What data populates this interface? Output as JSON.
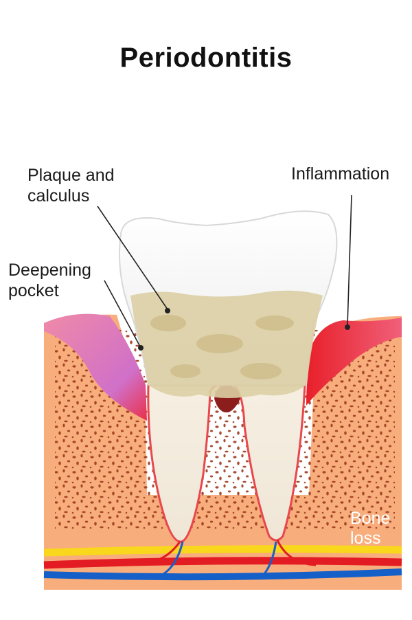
{
  "title": "Periodontitis",
  "labels": {
    "plaque_line1": "Plaque and",
    "plaque_line2": "calculus",
    "pocket_line1": "Deepening",
    "pocket_line2": "pocket",
    "inflammation": "Inflammation",
    "bone_line1": "Bone",
    "bone_line2": "loss"
  },
  "colors": {
    "bone": "#f8ad7c",
    "bone_pores": "#9e3a1e",
    "gum_healthy": "#e57aa9",
    "gum_inflamed": "#e8202a",
    "tooth_enamel": "#ffffff",
    "plaque": "#d9c79a",
    "root_outline": "#e8474c",
    "nerve": "#f9d71c",
    "artery": "#e31b23",
    "vein": "#1560c8"
  },
  "icons": [
    "tooth-icon",
    "bone-tissue",
    "gum-tissue",
    "blood-vessels"
  ]
}
